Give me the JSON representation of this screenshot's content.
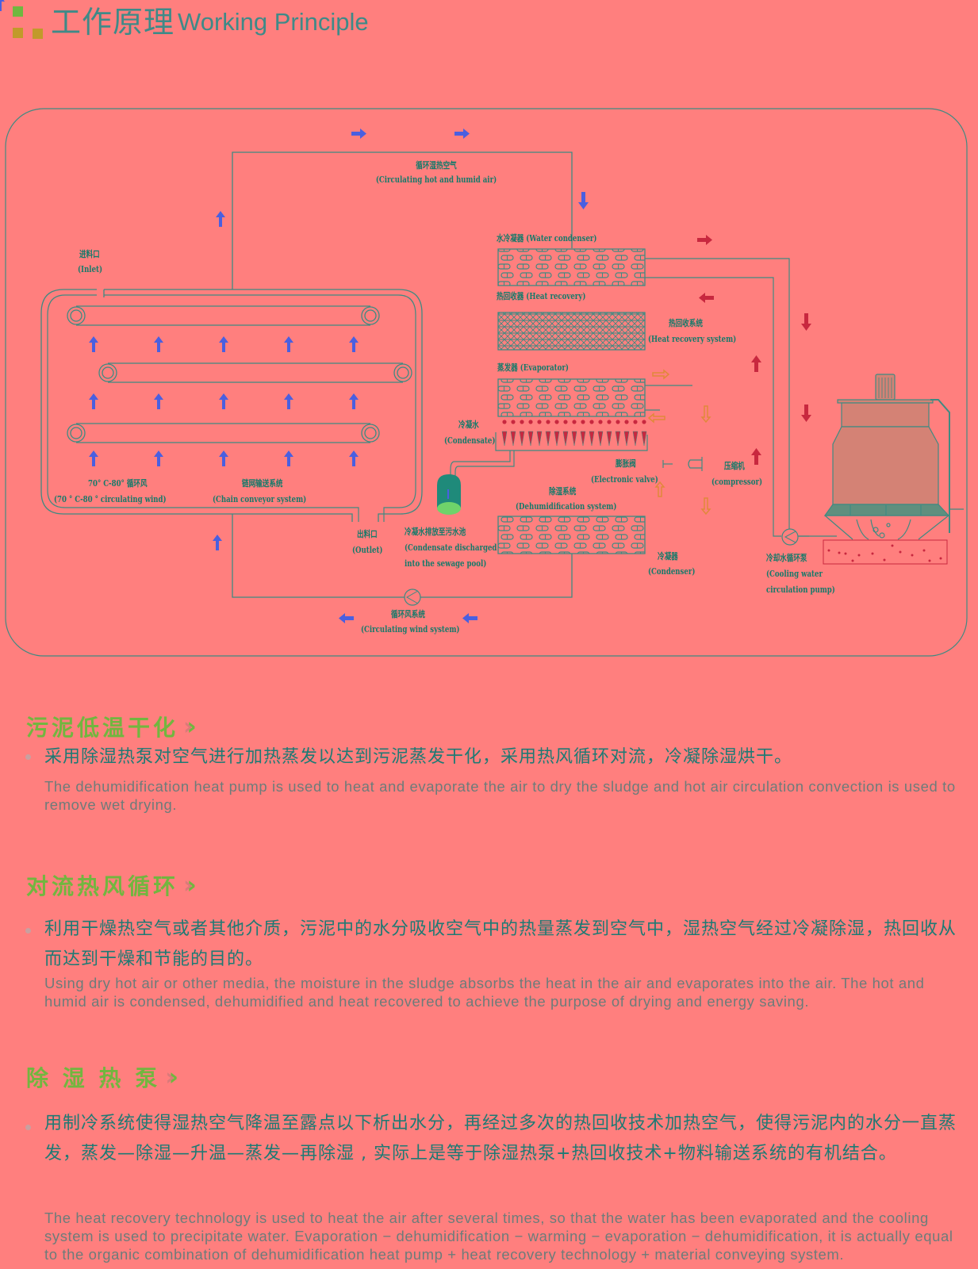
{
  "header": {
    "title_zh": "工作原理",
    "title_en": "Working Principle",
    "accent_colors": {
      "green": "#6fb83f",
      "gold": "#c19a2a",
      "teal": "#3e8a88"
    }
  },
  "diagram": {
    "labels": {
      "circulating_air_zh": "循环湿热空气",
      "circulating_air_en": "(Circulating hot and humid air)",
      "inlet_zh": "进料口",
      "inlet_en": "(Inlet)",
      "wind_zh": "70° C-80° 循环风",
      "wind_en": "(70 °  C-80 °  circulating wind)",
      "chain_zh": "链网输送系统",
      "chain_en": "(Chain conveyor system)",
      "outlet_zh": "出料口",
      "outlet_en": "(Outlet)",
      "water_condenser": "水冷凝器 (Water condenser)",
      "heat_recovery": "热回收器 (Heat recovery)",
      "heat_recovery_system_zh": "热回收系统",
      "heat_recovery_system_en": "(Heat recovery system)",
      "evaporator": "蒸发器 (Evaporator)",
      "condensate_zh": "冷凝水",
      "condensate_en": "(Condensate)",
      "valve_zh": "膨胀阀",
      "valve_en": "(Electronic valve)",
      "compressor_zh": "压缩机",
      "compressor_en": "(compressor)",
      "dehum_zh": "除湿系统",
      "dehum_en": "(Dehumidification system)",
      "discharge_zh": "冷凝水排放至污水池",
      "discharge_en1": "(Condensate discharged",
      "discharge_en2": "into the sewage pool)",
      "condenser_zh": "冷凝器",
      "condenser_en": "(Condenser)",
      "pump_zh": "冷却水循环泵",
      "pump_en1": "(Cooling water",
      "pump_en2": "circulation pump)",
      "wind_system_zh": "循环风系统",
      "wind_system_en": "(Circulating wind system)"
    },
    "colors": {
      "line": "#3f8a82",
      "air_arrow": "#4a5fe0",
      "hot_arrow": "#c8283f",
      "refrigerant_arrow": "#e0883a",
      "tower": "#d48275"
    }
  },
  "sections": [
    {
      "title": "污泥低温干化",
      "zh": "采用除湿热泵对空气进行加热蒸发以达到污泥蒸发干化，采用热风循环对流，冷凝除湿烘干。",
      "en": "The dehumidification heat pump is used to heat and evaporate the air to dry the sludge and hot air circulation convection is used to remove wet drying."
    },
    {
      "title": "对流热风循环",
      "zh": "利用干燥热空气或者其他介质，污泥中的水分吸收空气中的热量蒸发到空气中，湿热空气经过冷凝除湿，热回收从而达到干燥和节能的目的。",
      "en": "Using dry hot air or other media, the moisture in the sludge absorbs the heat in the air and evaporates into the air. The hot and humid air is condensed, dehumidified and heat recovered to achieve the purpose of drying and energy saving."
    },
    {
      "title": "除 湿 热 泵",
      "zh": "用制冷系统使得湿热空气降温至露点以下析出水分，再经过多次的热回收技术加热空气，使得污泥内的水分一直蒸发，蒸发—除湿—升温—蒸发—再除湿 , 实际上是等于除湿热泵+热回收技术+物料输送系统的有机结合。",
      "en": "The heat recovery technology is used to heat the air after several times, so that the water has been evaporated and the cooling system is used to precipitate water. Evaporation − dehumidification − warming − evaporation − dehumidification, it is actually equal to the organic combination of dehumidification heat pump + heat  recovery technology + material conveying system."
    }
  ],
  "chevron": "»"
}
